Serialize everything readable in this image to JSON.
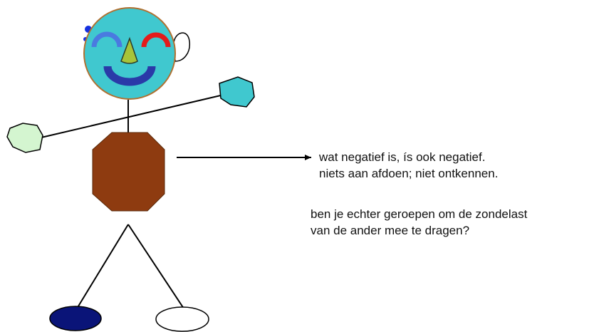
{
  "colors": {
    "head": "#40c8cf",
    "head_outline": "#b07030",
    "left_eye": "#4a7ae0",
    "right_eye": "#e41b1b",
    "nose": "#a8c43a",
    "mouth": "#2a3aa8",
    "ear": "#ffffff",
    "ear_dot": "#1530e0",
    "body": "#8e3b10",
    "left_hand": "#d4f5d0",
    "right_hand": "#40c8cf",
    "left_foot": "#0a1478",
    "right_foot": "#ffffff",
    "line": "#000000"
  },
  "icons": {
    "arrow": "arrow-right-icon"
  },
  "text": {
    "line1": "wat negatief is, ís ook negatief.",
    "line2": "niets aan afdoen; niet ontkennen.",
    "line3": "ben je echter geroepen om de zondelast",
    "line4": "van de ander mee te dragen?"
  }
}
